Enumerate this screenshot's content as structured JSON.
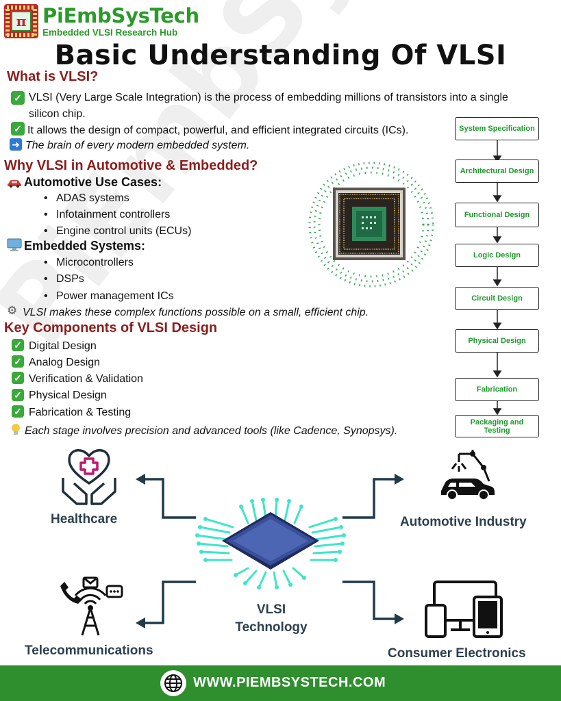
{
  "header": {
    "brand": "PiEmbSysTech",
    "tagline": "Embedded VLSI Research Hub",
    "logo_glyph": "π",
    "title": "Basic Understanding Of VLSI",
    "watermark": "PiEmbSysTech"
  },
  "what_is": {
    "heading": "What is VLSI?",
    "point1_line1": "VLSI (Very Large Scale Integration) is the process of embedding millions of transistors into a single",
    "point1_line2": "silicon chip.",
    "point2": "It allows the design of compact, powerful, and efficient integrated circuits (ICs).",
    "note": "The brain of every modern embedded system."
  },
  "why": {
    "heading": "Why VLSI in Automotive & Embedded?",
    "automotive_label": "Automotive Use Cases:",
    "automotive_items": [
      "ADAS systems",
      "Infotainment controllers",
      "Engine control units (ECUs)"
    ],
    "embedded_label": "Embedded Systems:",
    "embedded_items": [
      "Microcontrollers",
      "DSPs",
      "Power management ICs"
    ],
    "note": "VLSI makes these complex functions possible on a small, efficient chip."
  },
  "components": {
    "heading": "Key Components of VLSI Design",
    "items": [
      "Digital Design",
      "Analog Design",
      "Verification & Validation",
      "Physical Design",
      "Fabrication & Testing"
    ],
    "note": "Each stage involves precision and advanced tools (like Cadence, Synopsys)."
  },
  "flow": {
    "steps": [
      "System Specification",
      "Architectural Design",
      "Functional Design",
      "Logic Design",
      "Circuit Design",
      "Physical Design",
      "Fabrication",
      "Packaging and Testing"
    ]
  },
  "applications": {
    "center_line1": "VLSI",
    "center_line2": "Technology",
    "healthcare": "Healthcare",
    "automotive": "Automotive Industry",
    "telecom": "Telecommunications",
    "consumer": "Consumer Electronics"
  },
  "footer": {
    "url": "WWW.PIEMBSYSTECH.COM"
  },
  "colors": {
    "brand_green": "#2b9a2b",
    "heading_red": "#8e1c1c",
    "flow_text": "#1d9a2b",
    "footer_bg": "#2f8f2f",
    "accent_teal": "#35e0c0",
    "chip_blue": "#3a4f9a"
  },
  "icons": {
    "check": "check-mark-icon",
    "arrow": "right-arrow-icon",
    "car": "car-icon",
    "computer": "computer-icon",
    "gear": "gear-icon",
    "bulb": "light-bulb-icon",
    "globe": "globe-icon"
  }
}
